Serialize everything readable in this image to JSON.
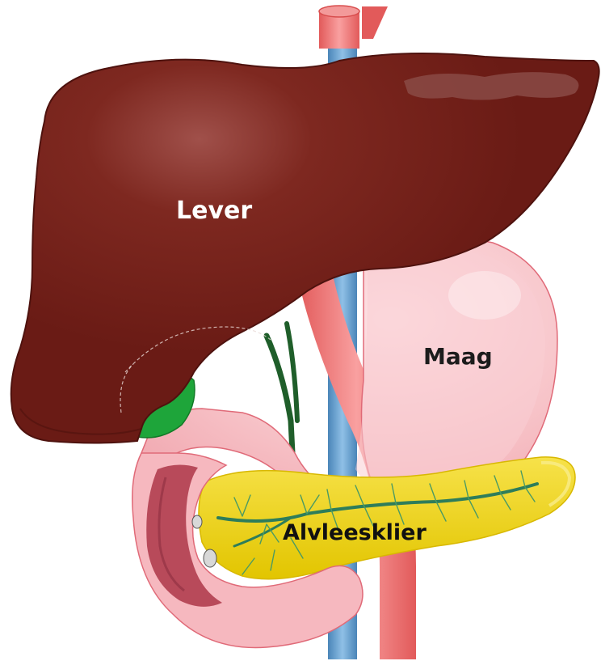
{
  "labels": {
    "liver": "Lever",
    "stomach": "Maag",
    "pancreas": "Alvleesklier"
  },
  "colors": {
    "liver": "#6e1c16",
    "liver_shadow": "#4e120e",
    "stomach": "#f6b8bf",
    "stomach_outline": "#e06a78",
    "duodenum_inner": "#b84a5a",
    "pancreas": "#f2d51c",
    "pancreas_edge": "#d8b800",
    "pancreatic_duct": "#2e7d5a",
    "gallbladder": "#1ea53a",
    "bile_duct": "#1f5e2a",
    "aorta": "#e86a6a",
    "vena_cava": "#5b97c9"
  }
}
